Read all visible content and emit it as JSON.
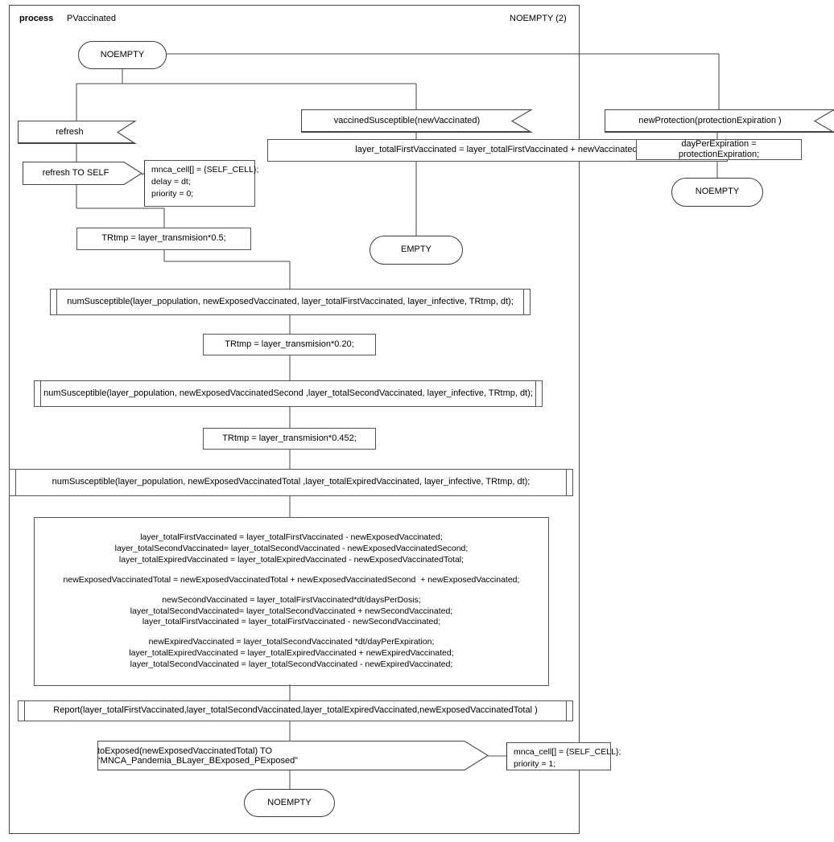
{
  "header": {
    "keyword": "process",
    "name": "PVaccinated",
    "page": "NOEMPTY (2)"
  },
  "nodes": {
    "start_state": "NOEMPTY",
    "input_refresh": "refresh",
    "output_refresh_self": "refresh TO SELF",
    "comment_refresh": {
      "line1": "mnca_cell[] = {SELF_CELL};",
      "line2": "delay = dt;",
      "line3": "priority = 0;"
    },
    "task_trtmp_05": "TRtmp  = layer_transmision*0.5;",
    "proc_susceptible_first": "numSusceptible(layer_population, newExposedVaccinated, layer_totalFirstVaccinated, layer_infective, TRtmp, dt);",
    "task_trtmp_020": "TRtmp = layer_transmision*0.20;",
    "proc_susceptible_second": "numSusceptible(layer_population, newExposedVaccinatedSecond ,layer_totalSecondVaccinated, layer_infective, TRtmp, dt);",
    "task_trtmp_0452": "TRtmp = layer_transmision*0.452;",
    "proc_susceptible_total": "numSusceptible(layer_population, newExposedVaccinatedTotal ,layer_totalExpiredVaccinated, layer_infective, TRtmp, dt);",
    "task_main": {
      "l1": "layer_totalFirstVaccinated = layer_totalFirstVaccinated - newExposedVaccinated;",
      "l2": "layer_totalSecondVaccinated= layer_totalSecondVaccinated - newExposedVaccinatedSecond;",
      "l3": "layer_totalExpiredVaccinated = layer_totalExpiredVaccinated - newExposedVaccinatedTotal;",
      "l4": "newExposedVaccinatedTotal = newExposedVaccinatedTotal + newExposedVaccinatedSecond  + newExposedVaccinated;",
      "l5": "newSecondVaccinated = layer_totalFirstVaccinated*dt/daysPerDosis;",
      "l6": "layer_totalSecondVaccinated= layer_totalSecondVaccinated + newSecondVaccinated;",
      "l7": "layer_totalFirstVaccinated = layer_totalFirstVaccinated - newSecondVaccinated;",
      "l8": "newExpiredVaccinated = layer_totalSecondVaccinated *dt/dayPerExpiration;",
      "l9": "layer_totalExpiredVaccinated = layer_totalExpiredVaccinated + newExpiredVaccinated;",
      "l10": "layer_totalSecondVaccinated = layer_totalSecondVaccinated - newExpiredVaccinated;"
    },
    "proc_report": "Report(layer_totalFirstVaccinated,layer_totalSecondVaccinated,layer_totalExpiredVaccinated,newExposedVaccinatedTotal )",
    "output_to_exposed": "toExposed(newExposedVaccinatedTotal) TO “MNCA_Pandemia_BLayer_BExposed_PExposed”",
    "comment_to_exposed": {
      "line1": "mnca_cell[] = {SELF_CELL};",
      "line2": "priority = 1;"
    },
    "end_state_left": "NOEMPTY",
    "input_vaccined": "vaccinedSusceptible(newVaccinated)",
    "task_first_vaccinated": "layer_totalFirstVaccinated = layer_totalFirstVaccinated + newVaccinated;",
    "state_empty": "EMPTY",
    "input_new_protection": "newProtection(protectionExpiration )",
    "task_day_per_expiration": "dayPerExpiration = protectionExpiration;",
    "state_noempty_right": "NOEMPTY"
  },
  "colors": {
    "stroke": "#444444",
    "stroke_light": "#555555",
    "background": "#ffffff",
    "text": "#000000"
  }
}
